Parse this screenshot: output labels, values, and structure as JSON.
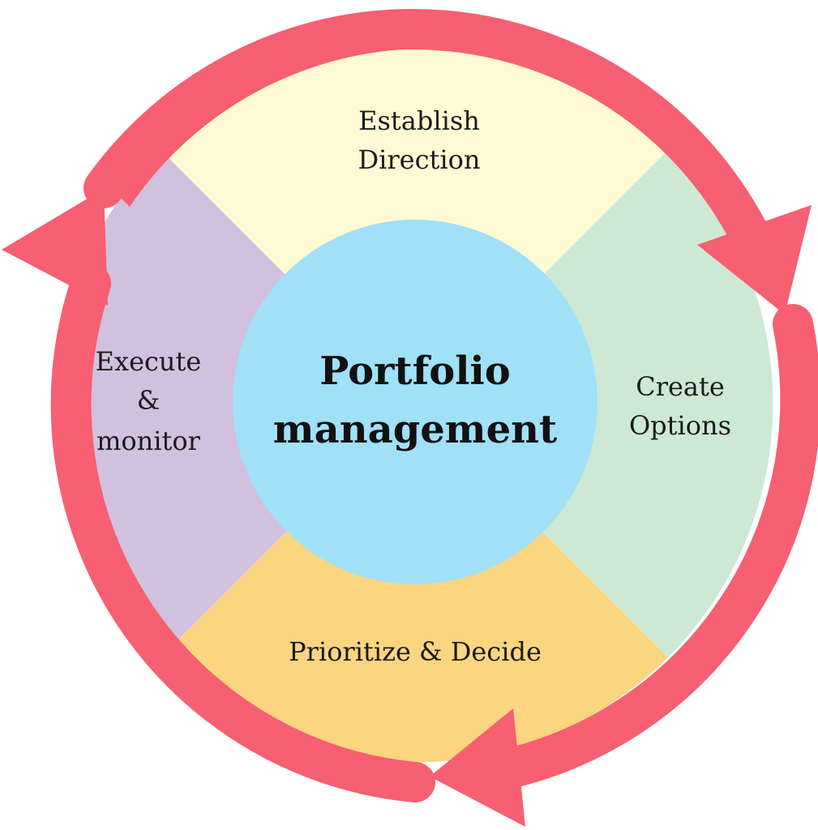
{
  "diagram": {
    "center": {
      "title_line1": "Portfolio",
      "title_line2": "management",
      "color": "#A0E1F8"
    },
    "segments": [
      {
        "id": "top",
        "line1": "Establish",
        "line2": "Direction",
        "color": "#FEFAD4"
      },
      {
        "id": "right",
        "line1": "Create",
        "line2": "Options",
        "color": "#CDE9D3"
      },
      {
        "id": "bottom",
        "line1": "Prioritize & Decide",
        "color": "#FCD581"
      },
      {
        "id": "left",
        "line1": "Execute",
        "line2": "&",
        "line3": "monitor",
        "color": "#D1C0DE"
      }
    ],
    "cycle_arrows": {
      "color": "#F75F72",
      "count": 3,
      "direction": "clockwise"
    }
  }
}
